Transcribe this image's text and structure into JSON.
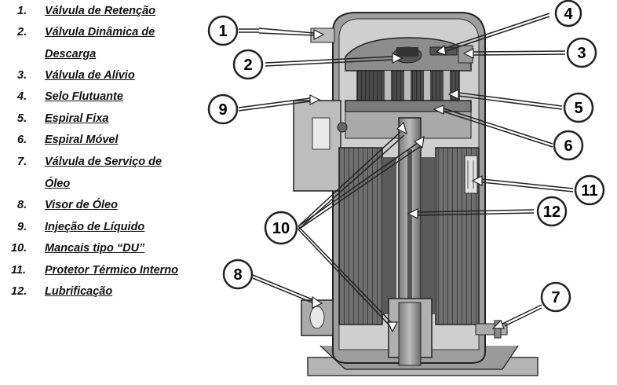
{
  "legend": [
    {
      "num": "1.",
      "label": "Válvula de Retenção"
    },
    {
      "num": "2.",
      "label": "Válvula Dinâmica de",
      "label2": "Descarga"
    },
    {
      "num": "3.",
      "label": "Válvula de Alívio"
    },
    {
      "num": "4.",
      "label": "Selo Flutuante"
    },
    {
      "num": "5.",
      "label": "Espiral Fixa"
    },
    {
      "num": "6.",
      "label": "Espiral Móvel"
    },
    {
      "num": "7.",
      "label": "Válvula de Serviço de",
      "label2": "Óleo"
    },
    {
      "num": "8.",
      "label": "Visor de Óleo"
    },
    {
      "num": "9.",
      "label": "Injeção de Líquido"
    },
    {
      "num": "10.",
      "label": "Mancais tipo “DU”"
    },
    {
      "num": "11.",
      "label": "Protetor Térmico Interno"
    },
    {
      "num": "12.",
      "label": "Lubrificação"
    }
  ],
  "callouts": {
    "c1": "1",
    "c2": "2",
    "c3": "3",
    "c4": "4",
    "c5": "5",
    "c6": "6",
    "c7": "7",
    "c8": "8",
    "c9": "9",
    "c10": "10",
    "c11": "11",
    "c12": "12"
  }
}
